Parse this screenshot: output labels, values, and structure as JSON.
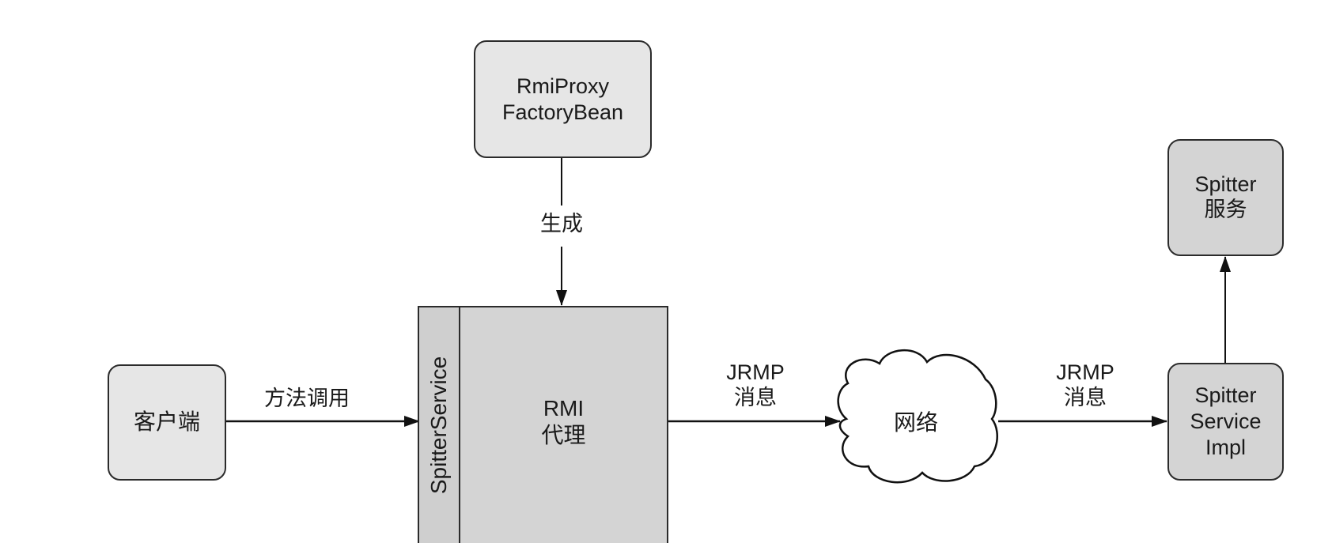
{
  "diagram": {
    "type": "rmi-proxy-flow",
    "nodes": {
      "factory_bean": {
        "lines": [
          "RmiProxy",
          "FactoryBean"
        ]
      },
      "client": {
        "lines": [
          "客户端"
        ]
      },
      "proxy_interface": {
        "label": "SpitterService"
      },
      "rmi_proxy": {
        "lines": [
          "RMI",
          "代理"
        ]
      },
      "network": {
        "label": "网络"
      },
      "service_impl": {
        "lines": [
          "Spitter",
          "Service",
          "Impl"
        ]
      },
      "spitter_service": {
        "lines": [
          "Spitter",
          "服务"
        ]
      }
    },
    "edges": [
      {
        "from": "factory_bean",
        "to": "rmi_proxy",
        "label": [
          "生成"
        ]
      },
      {
        "from": "client",
        "to": "rmi_proxy",
        "label": [
          "方法调用"
        ]
      },
      {
        "from": "rmi_proxy",
        "to": "network",
        "label": [
          "JRMP",
          "消息"
        ]
      },
      {
        "from": "network",
        "to": "service_impl",
        "label": [
          "JRMP",
          "消息"
        ]
      },
      {
        "from": "service_impl",
        "to": "spitter_service",
        "label": []
      }
    ]
  },
  "colors": {
    "stroke": "#2b2b2b",
    "box_light": "#e6e6e6",
    "box_mid": "#d4d4d4",
    "background": "#ffffff"
  }
}
